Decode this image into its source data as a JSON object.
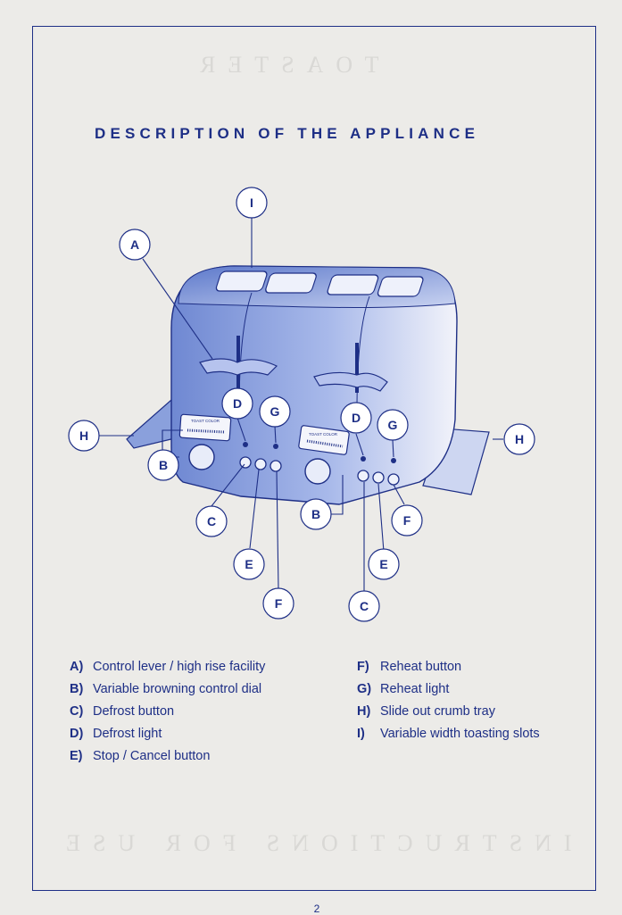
{
  "header": {
    "title": "DESCRIPTION OF THE APPLIANCE"
  },
  "show_through": {
    "top": "TOASTER",
    "bottom": "INSTRUCTIONS FOR USE"
  },
  "callouts": [
    "A",
    "B",
    "B",
    "C",
    "C",
    "D",
    "D",
    "E",
    "E",
    "F",
    "F",
    "G",
    "G",
    "H",
    "H",
    "I"
  ],
  "dial_label": "TOAST COLOR",
  "legend": {
    "left": [
      {
        "key": "A)",
        "text": "Control lever / high rise facility"
      },
      {
        "key": "B)",
        "text": "Variable browning control dial"
      },
      {
        "key": "C)",
        "text": "Defrost button"
      },
      {
        "key": "D)",
        "text": "Defrost light"
      },
      {
        "key": "E)",
        "text": "Stop / Cancel button"
      }
    ],
    "right": [
      {
        "key": "F)",
        "text": "Reheat button"
      },
      {
        "key": "G)",
        "text": "Reheat light"
      },
      {
        "key": "H)",
        "text": "Slide out crumb tray"
      },
      {
        "key": "I)",
        "text": "Variable width toasting slots"
      }
    ]
  },
  "page_number": "2",
  "colors": {
    "ink": "#1e2f86",
    "paper": "#ecebe8",
    "toaster": "#7f96d8"
  }
}
